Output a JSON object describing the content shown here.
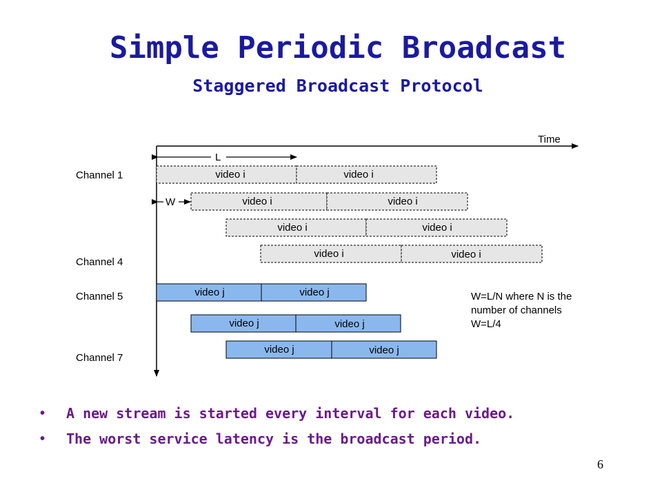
{
  "slide": {
    "title": "Simple Periodic Broadcast",
    "subtitle": "Staggered Broadcast Protocol",
    "page_number": "6"
  },
  "diagram": {
    "axis_label": "Time",
    "length_label": "L",
    "offset_label": "W",
    "channel_labels": {
      "ch1": "Channel 1",
      "ch4": "Channel 4",
      "ch5": "Channel 5",
      "ch7": "Channel 7"
    },
    "video_i_label": "video i",
    "video_j_label": "video j",
    "note_lines": [
      "W=L/N where N is the",
      "number of channels",
      "W=L/4"
    ],
    "colors": {
      "video_i_fill": "#e6e6e6",
      "video_j_fill": "#8ab8ee",
      "axis": "#000000"
    }
  },
  "bullets": [
    "A new stream is started every interval for each video.",
    "The worst service latency is the broadcast period."
  ]
}
